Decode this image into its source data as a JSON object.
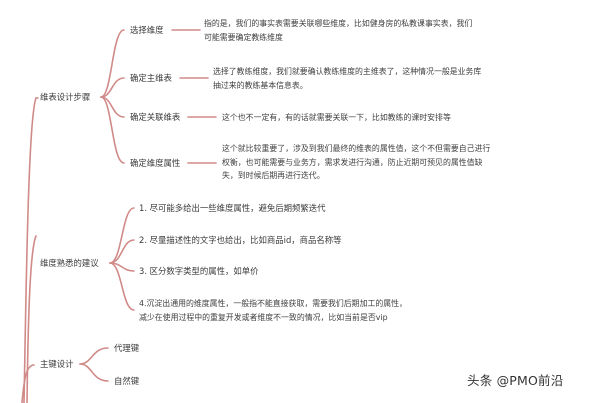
{
  "mindmap": {
    "branches": [
      {
        "label": "维表设计步骤",
        "children": [
          {
            "label": "选择维度",
            "note": [
              "指的是，我们的事实表需要关联哪些维度，比如健身房的私教课事实表，我们",
              "可能需要确定教练维度"
            ]
          },
          {
            "label": "确定主维表",
            "note": [
              "选择了教练维度，我们就要确认教练维度的主维表了，这种情况一般是业务库",
              "抽过来的教练基本信息表。"
            ]
          },
          {
            "label": "确定关联维表",
            "note": [
              "这个也不一定有，有的话就需要关联一下，比如教练的课时安排等"
            ]
          },
          {
            "label": "确定维度属性",
            "note": [
              "这个就比较重要了，涉及到我们最终的维表的属性值，这个不但需要自己进行",
              "权衡，也可能需要与业务方，需求发进行沟通，防止近期可预见的属性值缺",
              "失，到时候后期再进行迭代。"
            ]
          }
        ]
      },
      {
        "label": "维度熟悉的建议",
        "children": [
          {
            "label": "1. 尽可能多给出一些维度属性，避免后期频繁迭代"
          },
          {
            "label": "2. 尽量描述性的文字也给出，比如商品id，商品名称等"
          },
          {
            "label": "3. 区分数字类型的属性，如单价"
          },
          {
            "label": [
              "4.沉淀出通用的维度属性，一般指不能直接获取，需要我们后期加工的属性，",
              "减少在使用过程中的重复开发或者维度不一致的情况，比如当前是否vip"
            ]
          }
        ]
      },
      {
        "label": "主键设计",
        "children": [
          {
            "label": "代理键"
          },
          {
            "label": "自然键"
          }
        ]
      }
    ]
  },
  "watermark": "头条 @PMO前沿",
  "colors": {
    "connector": "#d08a88",
    "text": "#3a3a3a",
    "background": "#ffffff"
  }
}
